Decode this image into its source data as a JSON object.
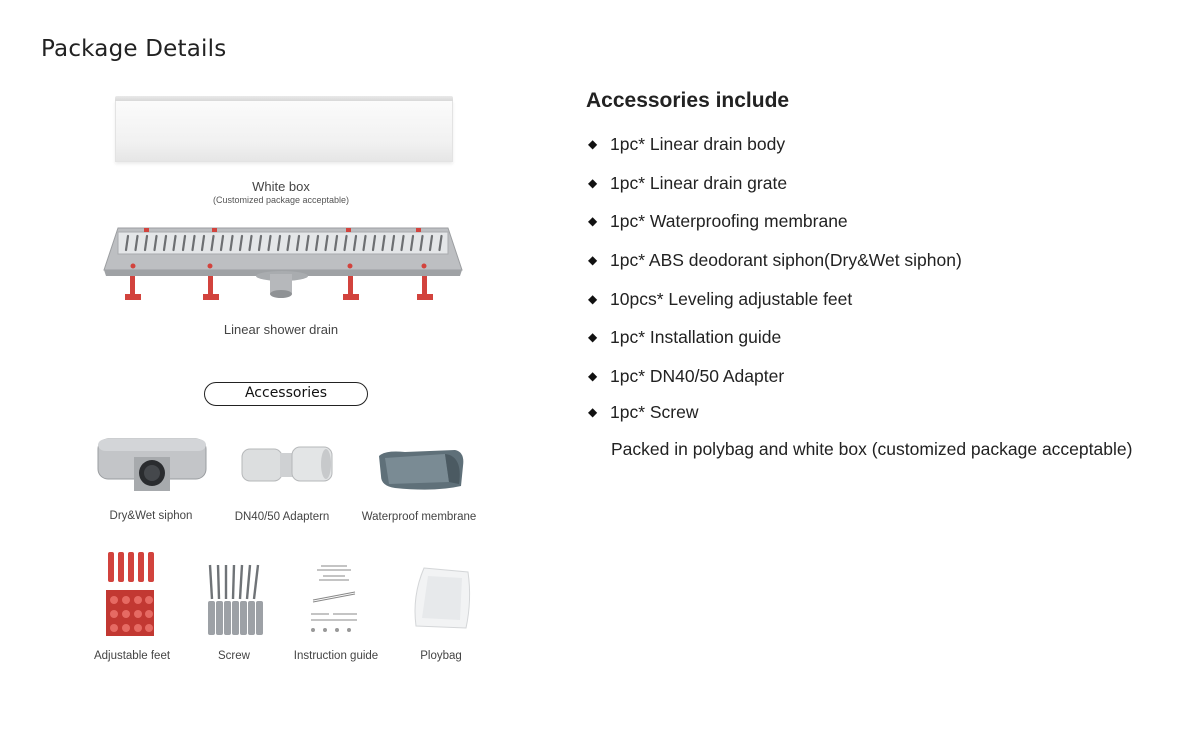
{
  "page": {
    "title": "Package Details"
  },
  "white_box": {
    "label": "White box",
    "sublabel": "(Customized package acceptable)"
  },
  "drain": {
    "label": "Linear shower drain"
  },
  "accessories_heading": "Accessories",
  "accessory_thumbnails": [
    {
      "label": "Dry&Wet siphon"
    },
    {
      "label": "DN40/50 Adaptern"
    },
    {
      "label": "Waterproof membrane"
    },
    {
      "label": "Adjustable feet"
    },
    {
      "label": "Screw"
    },
    {
      "label": "Instruction guide"
    },
    {
      "label": "Ploybag"
    }
  ],
  "accessories_include": {
    "title": "Accessories include",
    "items": [
      "1pc* Linear drain body",
      "1pc* Linear drain grate",
      "1pc* Waterproofing membrane",
      "1pc* ABS deodorant siphon(Dry&Wet siphon)",
      "10pcs* Leveling adjustable feet",
      "1pc* Installation guide",
      "1pc* DN40/50 Adapter",
      "1pc* Screw"
    ],
    "note": "Packed in polybag and white box (customized package acceptable)"
  },
  "colors": {
    "text": "#222222",
    "foot_red": "#d2433d",
    "steel": "#c9cbcd"
  }
}
